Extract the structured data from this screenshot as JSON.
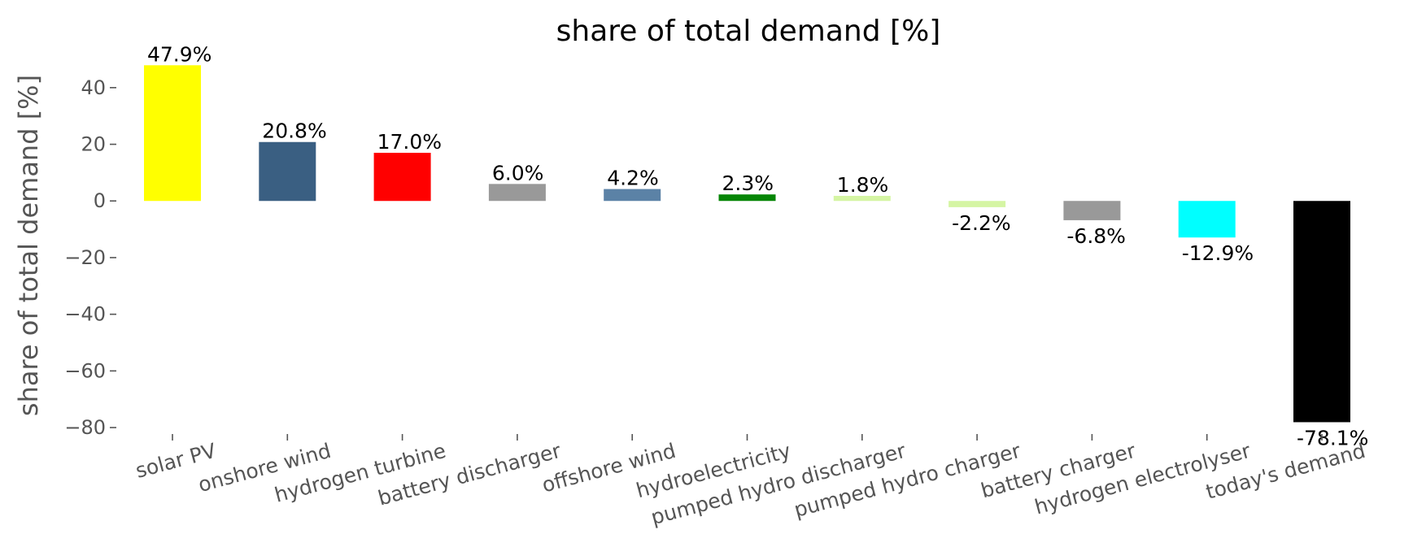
{
  "chart_data": {
    "type": "bar",
    "title": "share of total demand [%]",
    "xlabel": "",
    "ylabel": "share of total demand [%]",
    "ylim": [
      -84,
      52
    ],
    "yticks": [
      -80,
      -60,
      -40,
      -20,
      0,
      20,
      40
    ],
    "ytick_labels": [
      "−80",
      "−60",
      "−40",
      "−20",
      "0",
      "20",
      "40"
    ],
    "grid": false,
    "categories": [
      "solar PV",
      "onshore wind",
      "hydrogen turbine",
      "battery discharger",
      "offshore wind",
      "hydroelectricity",
      "pumped hydro discharger",
      "pumped hydro charger",
      "battery charger",
      "hydrogen electrolyser",
      "today's demand"
    ],
    "values": [
      47.9,
      20.8,
      17.0,
      6.0,
      4.2,
      2.3,
      1.8,
      -2.2,
      -6.8,
      -12.9,
      -78.1
    ],
    "data_labels": [
      "47.9%",
      "20.8%",
      "17.0%",
      "6.0%",
      "4.2%",
      "2.3%",
      "1.8%",
      "-2.2%",
      "-6.8%",
      "-12.9%",
      "-78.1%"
    ],
    "colors": [
      "#ffff00",
      "#3a5f82",
      "#ff0000",
      "#999999",
      "#5b82a6",
      "#058505",
      "#d5f5a3",
      "#d5f5a3",
      "#999999",
      "#00ffff",
      "#000000"
    ]
  }
}
